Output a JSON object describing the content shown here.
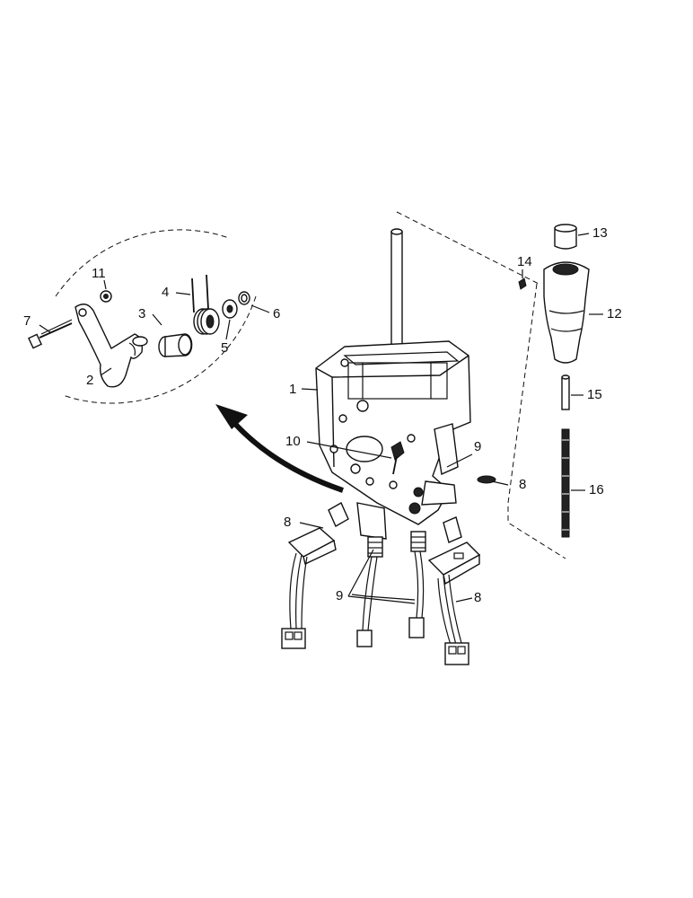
{
  "callouts": {
    "n1": "1",
    "n2": "2",
    "n3": "3",
    "n4": "4",
    "n5": "5",
    "n6": "6",
    "n7": "7",
    "n8a": "8",
    "n8b": "8",
    "n8c": "8",
    "n9a": "9",
    "n9b": "9",
    "n10": "10",
    "n11": "11",
    "n12": "12",
    "n13": "13",
    "n14": "14",
    "n15": "15",
    "n16": "16"
  }
}
